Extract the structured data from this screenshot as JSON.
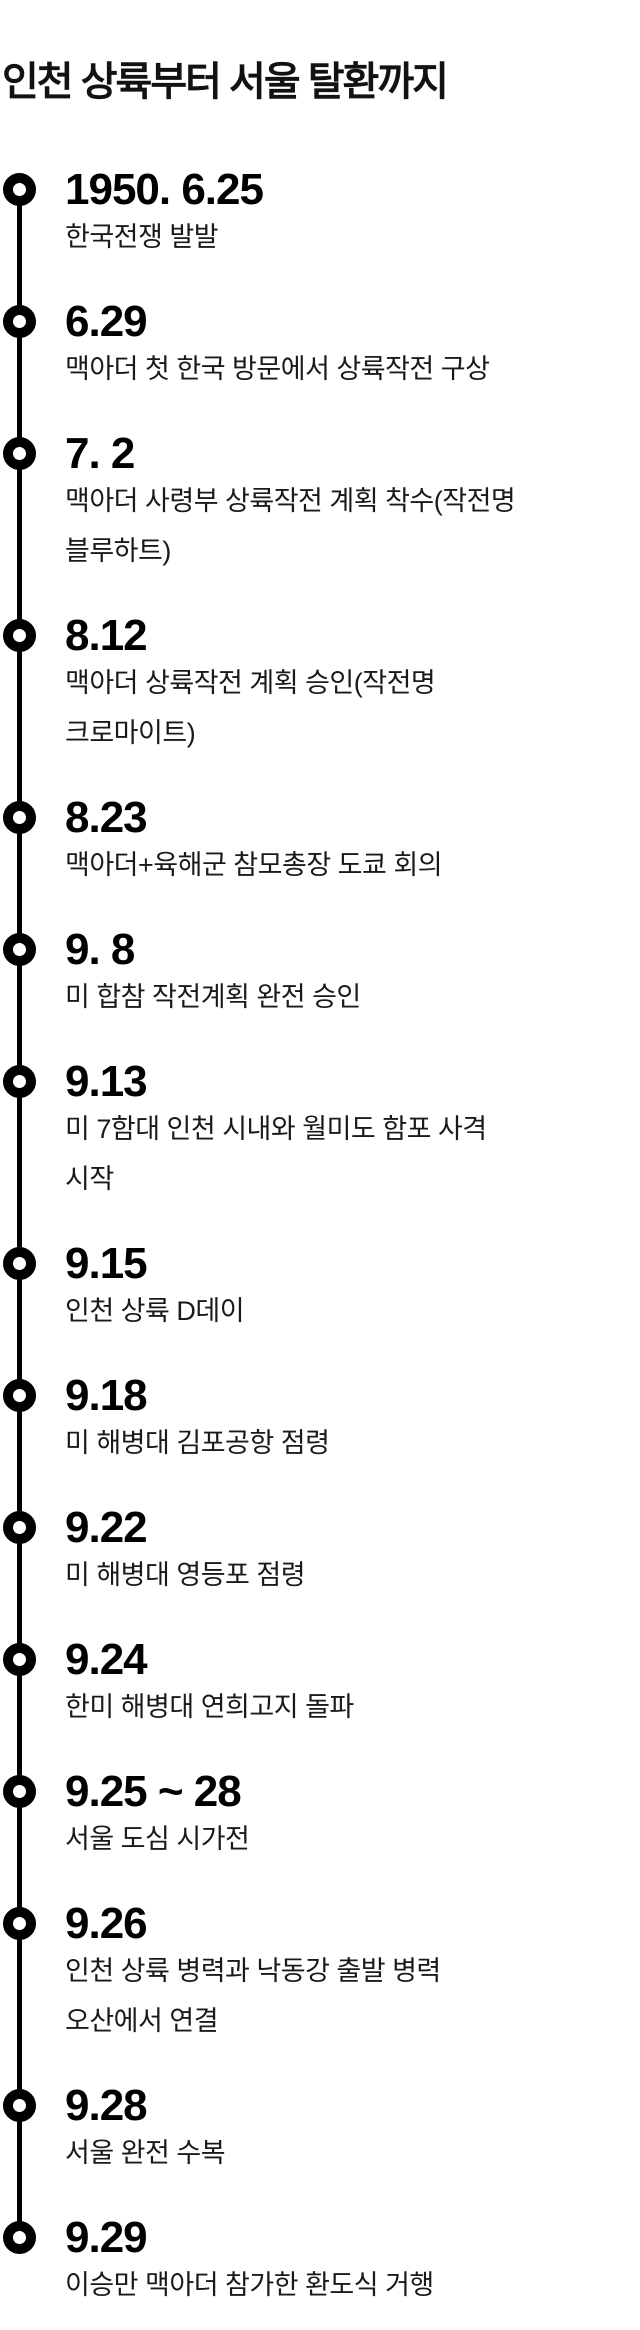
{
  "header": {
    "title": "인천 상륙부터 서울 탈환까지"
  },
  "colors": {
    "background": "#ffffff",
    "rail": "#000000",
    "date_text": "#000000",
    "body_text": "#1a1a1a"
  },
  "timeline": {
    "entries": [
      {
        "date": "1950. 6.25",
        "desc": "한국전쟁 발발"
      },
      {
        "date": "6.29",
        "desc": "맥아더 첫 한국 방문에서 상륙작전 구상"
      },
      {
        "date": "7. 2",
        "desc": "맥아더 사령부 상륙작전 계획 착수(작전명\n블루하트)"
      },
      {
        "date": "8.12",
        "desc": "맥아더 상륙작전 계획 승인(작전명\n크로마이트)"
      },
      {
        "date": "8.23",
        "desc": "맥아더+육해군 참모총장 도쿄 회의"
      },
      {
        "date": "9. 8",
        "desc": "미 합참 작전계획 완전 승인"
      },
      {
        "date": "9.13",
        "desc": "미 7함대 인천 시내와 월미도 함포 사격\n시작"
      },
      {
        "date": "9.15",
        "desc": "인천 상륙 D데이"
      },
      {
        "date": "9.18",
        "desc": "미 해병대 김포공항 점령"
      },
      {
        "date": "9.22",
        "desc": "미 해병대 영등포 점령"
      },
      {
        "date": "9.24",
        "desc": "한미 해병대 연희고지 돌파"
      },
      {
        "date": "9.25 ~ 28",
        "desc": "서울 도심 시가전"
      },
      {
        "date": "9.26",
        "desc": "인천 상륙 병력과 낙동강 출발 병력\n오산에서 연결"
      },
      {
        "date": "9.28",
        "desc": "서울 완전 수복"
      },
      {
        "date": "9.29",
        "desc": "이승만 맥아더 참가한 환도식 거행"
      }
    ]
  }
}
